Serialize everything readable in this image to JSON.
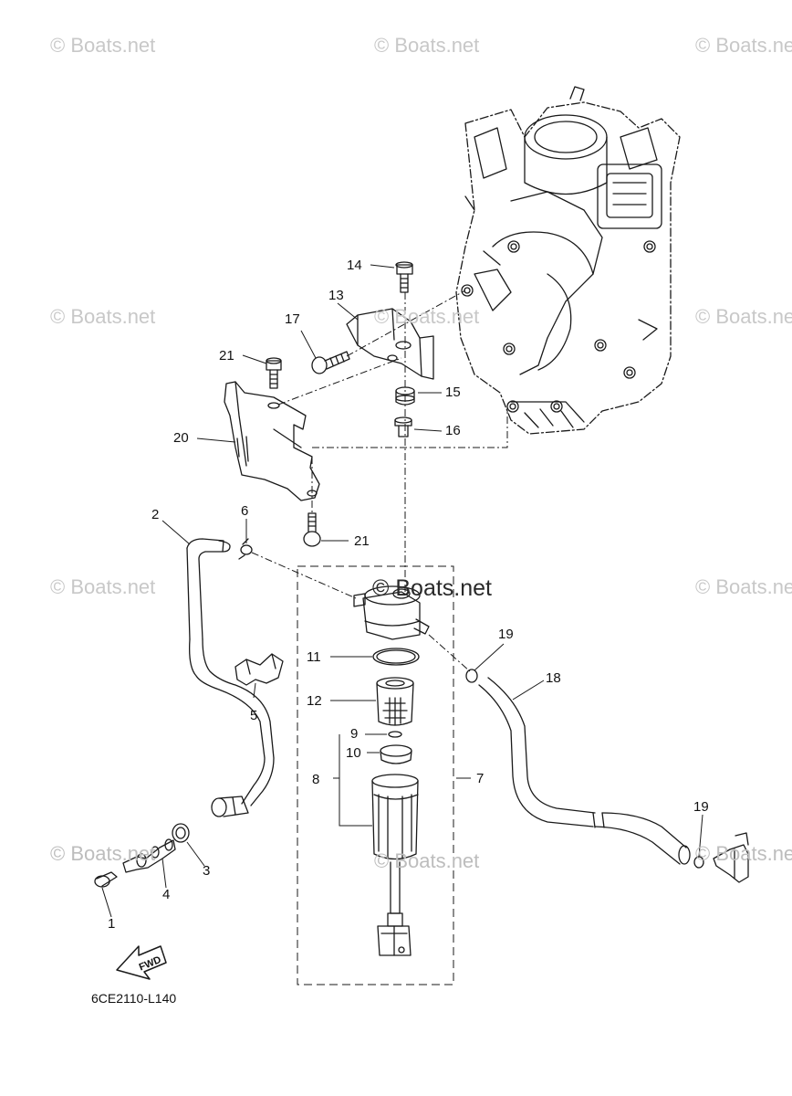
{
  "watermark": "© Boats.net",
  "center_watermark": "© Boats.net",
  "diagram_code": "6CE2110-L140",
  "fwd_label": "FWD",
  "callouts": [
    "1",
    "2",
    "3",
    "4",
    "5",
    "6",
    "7",
    "8",
    "9",
    "10",
    "11",
    "12",
    "13",
    "14",
    "15",
    "16",
    "17",
    "18",
    "19",
    "19",
    "20",
    "21",
    "21"
  ]
}
